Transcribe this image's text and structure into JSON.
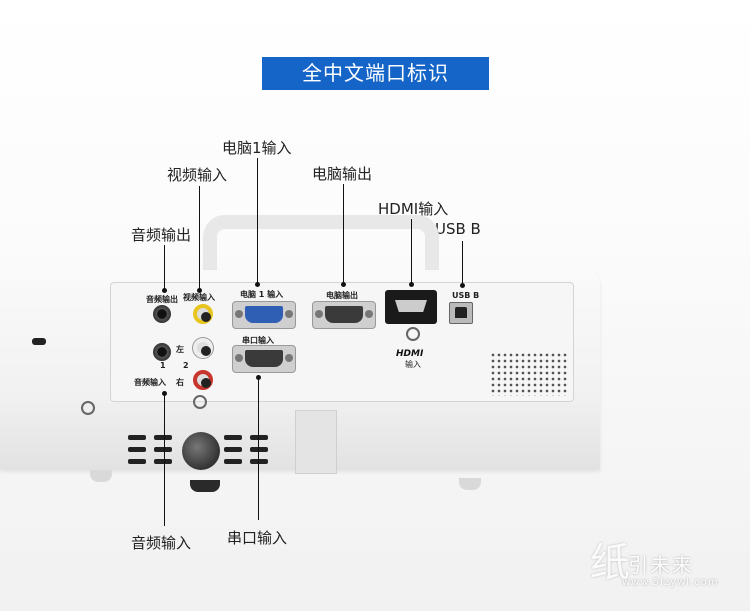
{
  "title": "全中文端口标识",
  "callouts": {
    "pc1_in": "电脑1输入",
    "video_in": "视频输入",
    "pc_out": "电脑输出",
    "hdmi_in": "HDMI输入",
    "usb_b": "USB B",
    "audio_out": "音频输出",
    "audio_in": "音频输入",
    "serial_in": "串口输入"
  },
  "panel_labels": {
    "audio_out": "音频输出",
    "video_in": "视频输入",
    "pc1_in": "电脑 1 输入",
    "pc_out": "电脑输出",
    "usb_b": "USB B",
    "serial_in": "串口输入",
    "left": "左",
    "right": "右",
    "audio_in": "音频输入",
    "num_1": "1",
    "num_2": "2",
    "hdmi_logo": "HDMI",
    "hdmi_sub": "输入"
  },
  "watermark": {
    "logo_char": "纸",
    "brand": "引未来",
    "url": "www.5lzywl.com"
  }
}
